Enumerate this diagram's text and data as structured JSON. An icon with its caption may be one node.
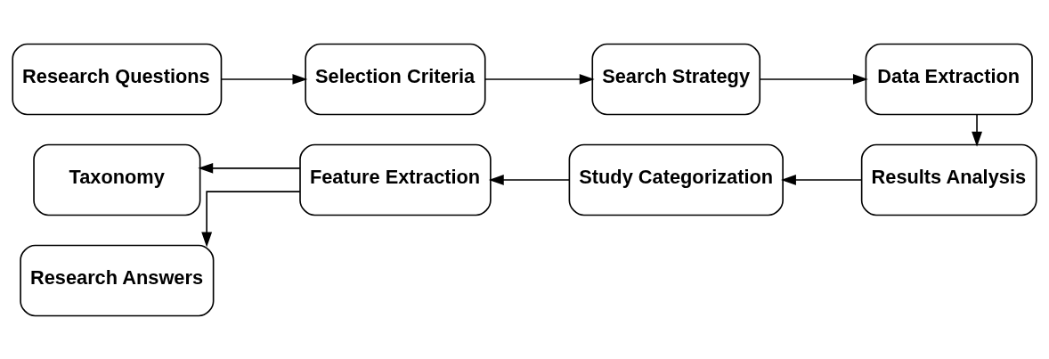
{
  "diagram": {
    "nodes": [
      {
        "text": [
          "Research Questions"
        ]
      },
      {
        "text": [
          "Selection Criteria"
        ]
      },
      {
        "text": [
          "Search Strategy"
        ]
      },
      {
        "text": [
          "Data Extraction"
        ]
      },
      {
        "text": [
          "Taxonomy"
        ]
      },
      {
        "text": [
          "Feature Extraction"
        ]
      },
      {
        "text": [
          "Study Categorization"
        ]
      },
      {
        "text": [
          "Results Analysis"
        ]
      },
      {
        "text": [
          "Research Answers"
        ]
      }
    ],
    "edges": [
      {
        "from": 0,
        "to": 1,
        "arrow": "to"
      },
      {
        "from": 1,
        "to": 2,
        "arrow": "to"
      },
      {
        "from": 2,
        "to": 3,
        "arrow": "to"
      },
      {
        "from": 3,
        "to": 7,
        "arrow": "to"
      },
      {
        "from": 7,
        "to": 6,
        "arrow": "to"
      },
      {
        "from": 6,
        "to": 5,
        "arrow": "to"
      },
      {
        "from": 5,
        "to": 4,
        "arrow": "to"
      },
      {
        "from": 5,
        "to": 8,
        "arrow": "to"
      }
    ]
  }
}
